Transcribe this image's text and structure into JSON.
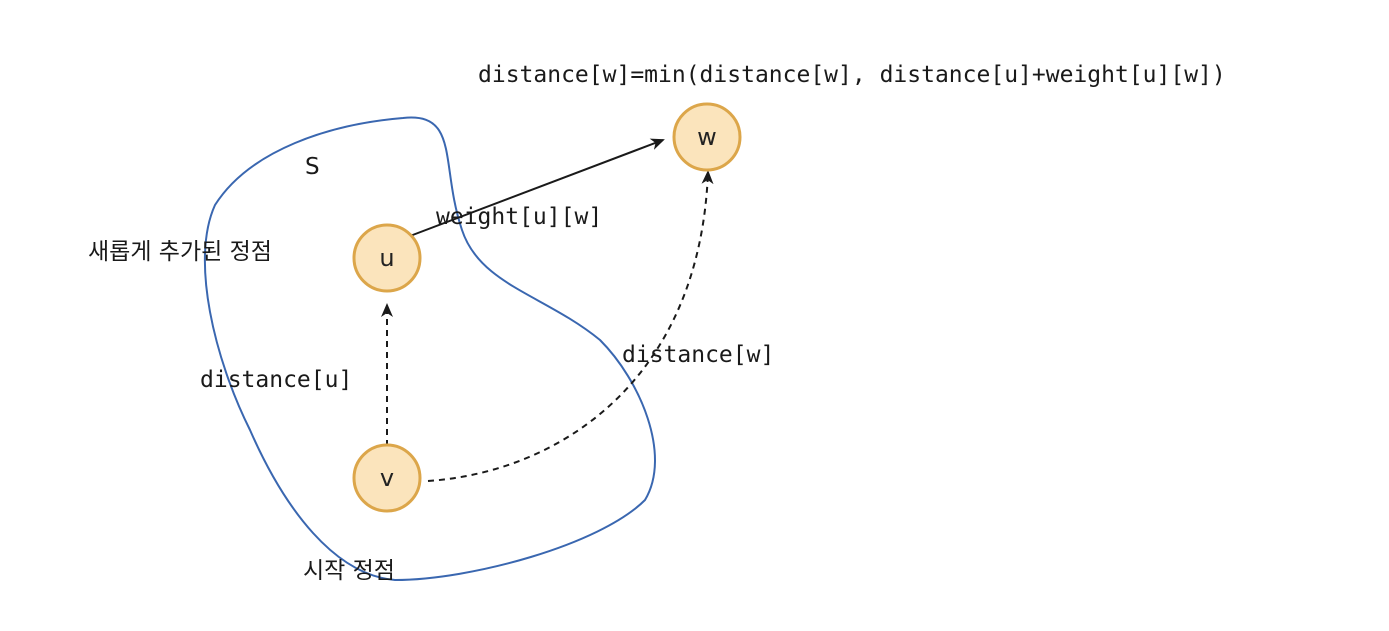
{
  "formula": "distance[w]=min(distance[w], distance[u]+weight[u][w])",
  "set_label": "S",
  "nodes": {
    "u": "u",
    "v": "v",
    "w": "w"
  },
  "edges": {
    "u_to_w": "weight[u][w]",
    "v_to_u": "distance[u]",
    "v_to_w": "distance[w]"
  },
  "captions": {
    "new_vertex": "새롭게 추가된 정점",
    "start_vertex": "시작 정점"
  },
  "colors": {
    "node_fill": "#fbe4bc",
    "node_stroke": "#dca64a",
    "set_boundary": "#3a67b0",
    "edge": "#1a1a1a"
  }
}
